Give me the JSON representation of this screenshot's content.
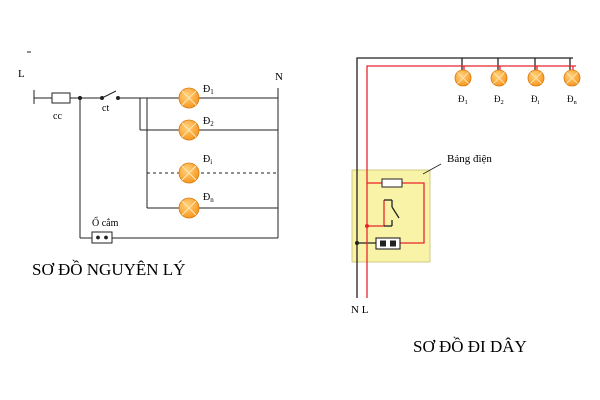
{
  "left_diagram": {
    "title": "SƠ ĐỒ NGUYÊN LÝ",
    "line_label": "L",
    "neutral_label": "N",
    "fuse_label": "cc",
    "switch_label": "ct",
    "socket_label": "Ổ cắm",
    "lamps": [
      {
        "base": "Đ",
        "sub": "1"
      },
      {
        "base": "Đ",
        "sub": "2"
      },
      {
        "base": "Đ",
        "sub": "i"
      },
      {
        "base": "Đ",
        "sub": "n"
      }
    ]
  },
  "right_diagram": {
    "title": "SƠ ĐỒ ĐI DÂY",
    "panel_label": "Bảng điện",
    "bottom_labels": "N L",
    "lamps": [
      {
        "base": "Đ",
        "sub": "1"
      },
      {
        "base": "Đ",
        "sub": "2"
      },
      {
        "base": "Đ",
        "sub": "i"
      },
      {
        "base": "Đ",
        "sub": "n"
      }
    ]
  },
  "colors": {
    "wire_black": "#222222",
    "wire_red": "#e8262d",
    "lamp_fill": "#f7941d",
    "lamp_cross": "#ffd9a0",
    "panel_fill": "#f8f3a6",
    "panel_border": "#c8c070"
  }
}
